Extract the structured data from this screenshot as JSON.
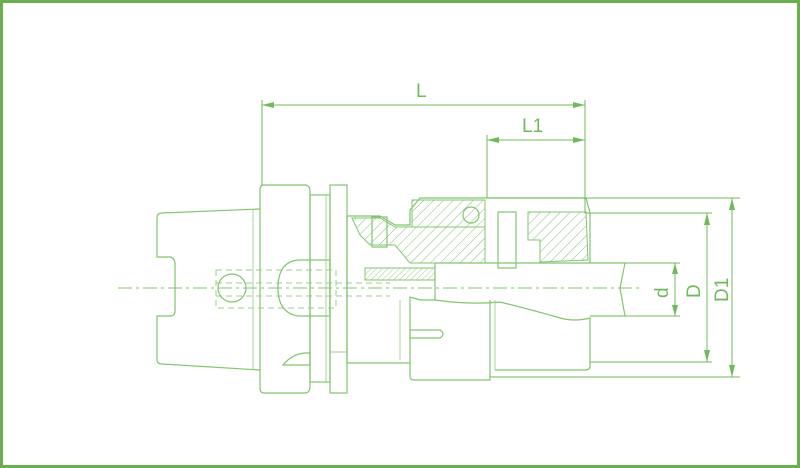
{
  "drawing": {
    "dimensions": {
      "overall_length": "L",
      "clamping_length": "L1",
      "bore_diameter": "d",
      "nut_diameter": "D",
      "body_diameter": "D1"
    },
    "colors": {
      "line": "#82c56f",
      "frame": "#6aae4f"
    }
  }
}
